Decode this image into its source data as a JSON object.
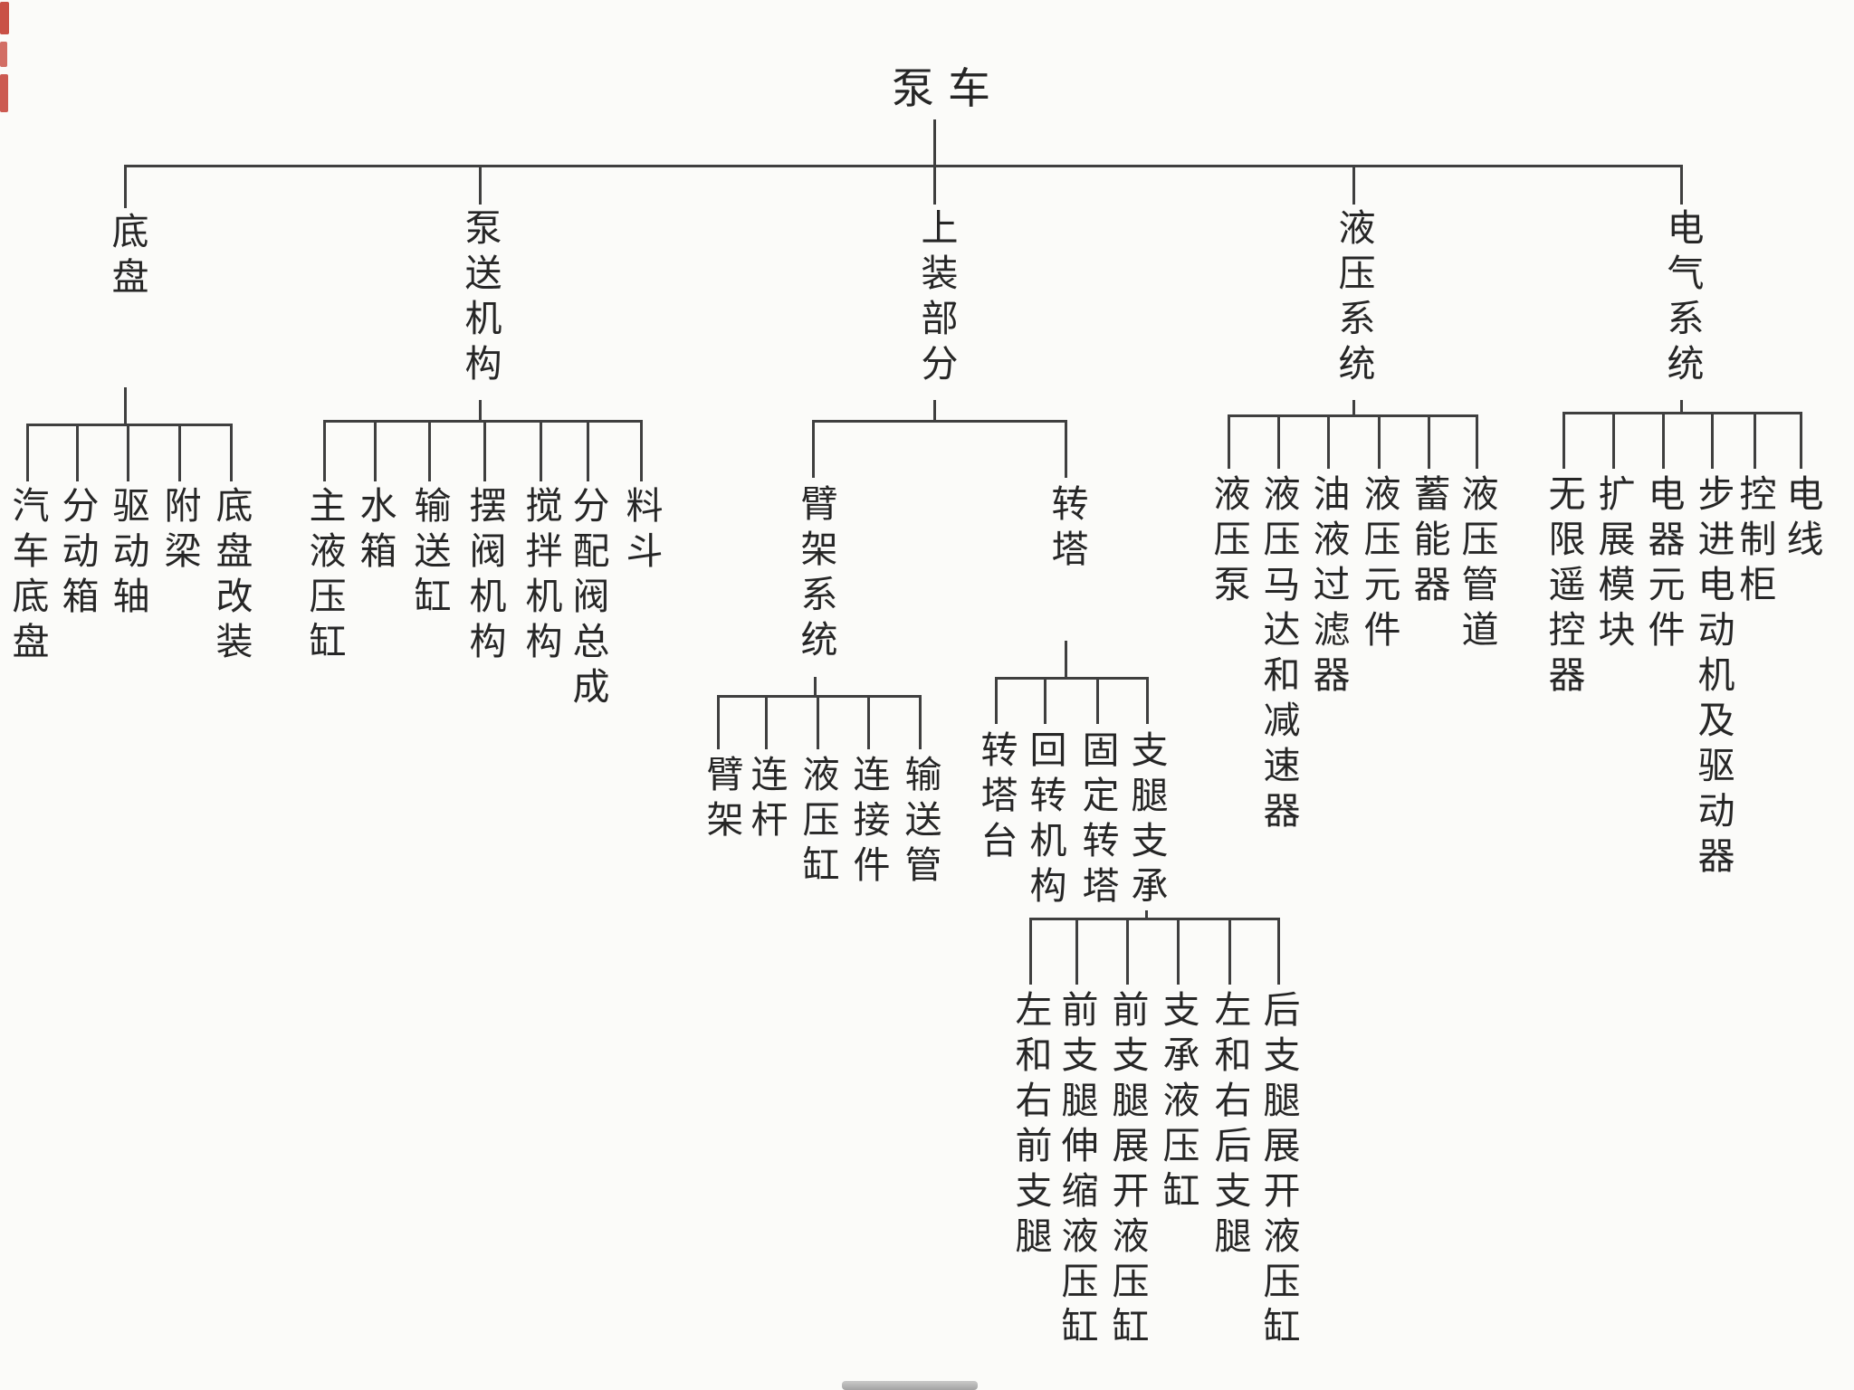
{
  "tree": {
    "root": "泵车",
    "branches": [
      {
        "label": "底盘",
        "children": [
          "汽车底盘",
          "分动箱",
          "驱动轴",
          "附梁",
          "底盘改装"
        ]
      },
      {
        "label": "泵送机构",
        "children": [
          "主液压缸",
          "水箱",
          "输送缸",
          "摆阀机构",
          "搅拌机构",
          "分配阀总成",
          "料斗"
        ]
      },
      {
        "label": "上装部分",
        "children": [
          {
            "label": "臂架系统",
            "children": [
              "臂架",
              "连杆",
              "液压缸",
              "连接件",
              "输送管"
            ]
          },
          {
            "label": "转塔",
            "children": [
              "转塔台",
              "回转机构",
              "固定转塔",
              {
                "label": "支腿支承",
                "children": [
                  "左和右前支腿",
                  "前支腿伸缩液压缸",
                  "前支腿展开液压缸",
                  "支承液压缸",
                  "左和右后支腿",
                  "后支腿展开液压缸"
                ]
              }
            ]
          }
        ]
      },
      {
        "label": "液压系统",
        "children": [
          "液压泵",
          "液压马达和减速器",
          "油液过滤器",
          "液压元件",
          "蓄能器",
          "液压管道"
        ]
      },
      {
        "label": "电气系统",
        "children": [
          "无限遥控器",
          "扩展模块",
          "电器元件",
          "步进电动机及驱动器",
          "控制柜",
          "电线"
        ]
      }
    ]
  },
  "colors": {
    "ink_line": "#3f3f3f",
    "ink_text": "#262626",
    "paper": "#fbfbf9",
    "red_mark": "#c03227"
  }
}
